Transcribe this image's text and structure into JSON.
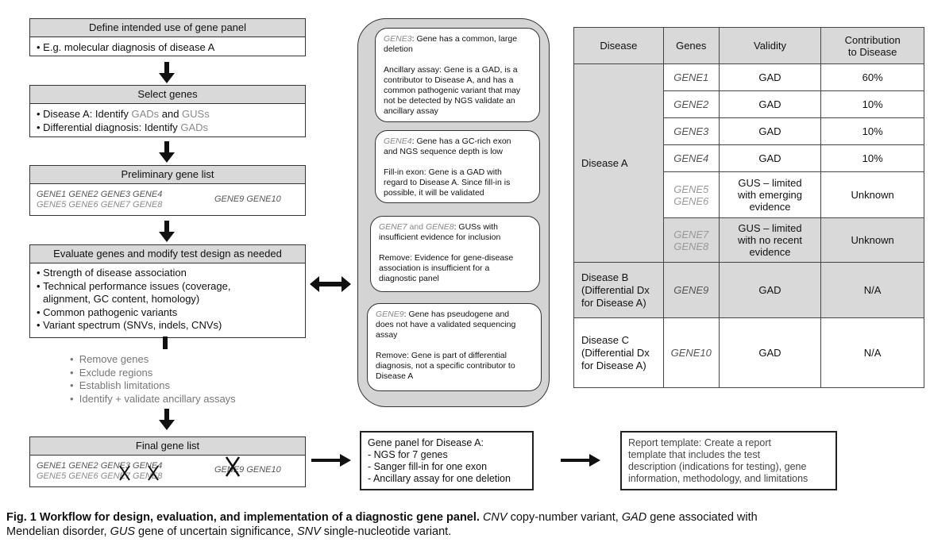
{
  "workflow": {
    "step1": {
      "title": "Define intended use of gene panel",
      "items": [
        "E.g. molecular diagnosis of disease A"
      ]
    },
    "step2": {
      "title": "Select genes",
      "line1_pre": "Disease A: Identify ",
      "line1_gad": "GADs",
      "line1_and": " and ",
      "line1_gus": "GUSs",
      "line2_pre": "Differential diagnosis: Identify ",
      "line2_gad": "GADs"
    },
    "step3": {
      "title": "Preliminary gene list",
      "genes_row1": "GENE1 GENE2 GENE3 GENE4",
      "genes_row2": "GENE5 GENE6 GENE7 GENE8",
      "genes_right": "GENE9 GENE10"
    },
    "step4": {
      "title": "Evaluate genes and modify test design as needed",
      "items": [
        "Strength of disease association",
        "Technical performance issues (coverage,",
        "alignment, GC content, homology)",
        "Common pathogenic variants",
        "Variant spectrum (SNVs, indels, CNVs)"
      ]
    },
    "actions": [
      "Remove genes",
      "Exclude regions",
      "Establish limitations",
      "Identify + validate ancillary assays"
    ],
    "step5": {
      "title": "Final gene list",
      "genes_row1": "GENE1 GENE2 GENE3 GENE4",
      "genes_row2": "GENE5 GENE6 GENE7 GENE8",
      "genes_right": "GENE9 GENE10"
    }
  },
  "cards": {
    "c1": {
      "gene": "GENE3",
      "l1": ": Gene has a common, large",
      "l2": "deletion",
      "r1": "Ancillary assay: Gene is a GAD, is a",
      "r2": "contributor to Disease A, and has a",
      "r3": "common pathogenic variant that may",
      "r4": "not be detected by NGS validate an",
      "r5": "ancillary assay"
    },
    "c2": {
      "gene": "GENE4",
      "l1": ": Gene has a GC-rich exon",
      "l2": "and NGS sequence depth is low",
      "r1": "Fill-in exon: Gene is a GAD with",
      "r2": "regard to Disease A. Since fill-in is",
      "r3": "possible, it will be validated"
    },
    "c3": {
      "gene_a": "GENE7",
      "and": " and ",
      "gene_b": "GENE8",
      "l1": ": GUSs with",
      "l2": "insufficient evidence for inclusion",
      "r1": "Remove: Evidence for gene-disease",
      "r2": "association is insufficient for a",
      "r3": "diagnostic panel"
    },
    "c4": {
      "gene": "GENE9",
      "l1": ": Gene has pseudogene and",
      "l2": "does not have a validated sequencing",
      "l3": "assay",
      "r1": "Remove: Gene is part of differential",
      "r2": "diagnosis, not a specific contributor to",
      "r3": "Disease A"
    }
  },
  "table": {
    "headers": [
      "Disease",
      "Genes",
      "Validity",
      "Contribution\nto Disease"
    ],
    "rows": [
      {
        "gene": "GENE1",
        "validity": "GAD",
        "contribution": "60%"
      },
      {
        "gene": "GENE2",
        "validity": "GAD",
        "contribution": "10%"
      },
      {
        "gene": "GENE3",
        "validity": "GAD",
        "contribution": "10%"
      },
      {
        "gene": "GENE4",
        "validity": "GAD",
        "contribution": "10%"
      },
      {
        "gene": "GENE5\nGENE6",
        "validity": "GUS – limited\nwith emerging\nevidence",
        "contribution": "Unknown"
      },
      {
        "gene": "GENE7\nGENE8",
        "validity": "GUS – limited\nwith no recent\nevidence",
        "contribution": "Unknown"
      }
    ],
    "disease_a": "Disease A",
    "disease_b": "Disease B\n(Differential Dx\nfor Disease A)",
    "gene_b": "GENE9",
    "validity_b": "GAD",
    "contribution_b": "N/A",
    "disease_c": "Disease C\n(Differential Dx\nfor Disease A)",
    "gene_c": "GENE10",
    "validity_c": "GAD",
    "contribution_c": "N/A"
  },
  "bottom": {
    "panel": {
      "title": "Gene panel for Disease A:",
      "items": [
        "- NGS for 7 genes",
        "- Sanger fill-in for one exon",
        "- Ancillary assay for one deletion"
      ]
    },
    "report": {
      "text": "Report template: Create a report\ntemplate that includes the test\ndescription (indications for testing), gene\ninformation, methodology, and limitations"
    }
  },
  "caption": {
    "bold": "Fig. 1 Workflow for design, evaluation, and implementation of a diagnostic gene panel.",
    "t1_term": "CNV",
    "t1": " copy-number variant, ",
    "t2_term": "GAD",
    "t2": " gene associated with",
    "t3": "Mendelian disorder, ",
    "t4_term": "GUS",
    "t4": " gene of uncertain significance, ",
    "t5_term": "SNV",
    "t5": " single-nucleotide variant."
  }
}
